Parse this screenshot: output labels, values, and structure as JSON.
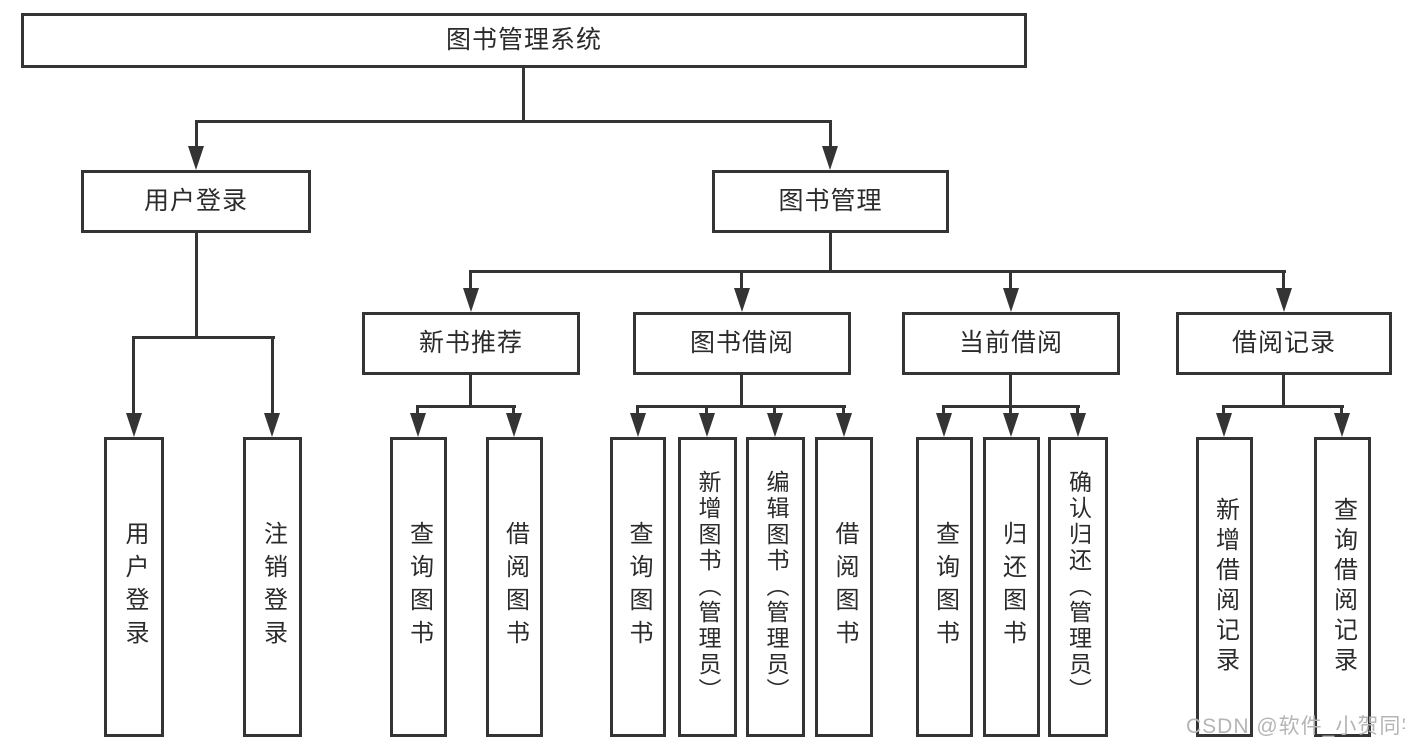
{
  "diagram": {
    "type": "tree",
    "colors": {
      "line": "#343434",
      "text": "#2b2b2b",
      "background": "#ffffff",
      "watermark": "#b5b5b5"
    },
    "watermark": "CSDN @软件_小贺同学",
    "nodes": {
      "root": {
        "label": "图书管理系统"
      },
      "user_login": {
        "label": "用户登录"
      },
      "book_mgmt": {
        "label": "图书管理"
      },
      "new_book_rec": {
        "label": "新书推荐"
      },
      "book_borrow": {
        "label": "图书借阅"
      },
      "current_borrow": {
        "label": "当前借阅"
      },
      "borrow_records": {
        "label": "借阅记录"
      },
      "leaf_user_login": {
        "label": "用户登录"
      },
      "leaf_logout": {
        "label": "注销登录"
      },
      "leaf_nb_query": {
        "label": "查询图书"
      },
      "leaf_nb_borrow": {
        "label": "借阅图书"
      },
      "leaf_bb_query": {
        "label": "查询图书"
      },
      "leaf_bb_add": {
        "label": "新增图书（管理员）"
      },
      "leaf_bb_edit": {
        "label": "编辑图书（管理员）"
      },
      "leaf_bb_borrow": {
        "label": "借阅图书"
      },
      "leaf_cb_query": {
        "label": "查询图书"
      },
      "leaf_cb_return": {
        "label": "归还图书"
      },
      "leaf_cb_confirm": {
        "label": "确认归还（管理员）"
      },
      "leaf_br_add": {
        "label": "新增借阅记录"
      },
      "leaf_br_query": {
        "label": "查询借阅记录"
      }
    },
    "edges": [
      [
        "root",
        "user_login"
      ],
      [
        "root",
        "book_mgmt"
      ],
      [
        "user_login",
        "leaf_user_login"
      ],
      [
        "user_login",
        "leaf_logout"
      ],
      [
        "book_mgmt",
        "new_book_rec"
      ],
      [
        "book_mgmt",
        "book_borrow"
      ],
      [
        "book_mgmt",
        "current_borrow"
      ],
      [
        "book_mgmt",
        "borrow_records"
      ],
      [
        "new_book_rec",
        "leaf_nb_query"
      ],
      [
        "new_book_rec",
        "leaf_nb_borrow"
      ],
      [
        "book_borrow",
        "leaf_bb_query"
      ],
      [
        "book_borrow",
        "leaf_bb_add"
      ],
      [
        "book_borrow",
        "leaf_bb_edit"
      ],
      [
        "book_borrow",
        "leaf_bb_borrow"
      ],
      [
        "current_borrow",
        "leaf_cb_query"
      ],
      [
        "current_borrow",
        "leaf_cb_return"
      ],
      [
        "current_borrow",
        "leaf_cb_confirm"
      ],
      [
        "borrow_records",
        "leaf_br_add"
      ],
      [
        "borrow_records",
        "leaf_br_query"
      ]
    ]
  }
}
